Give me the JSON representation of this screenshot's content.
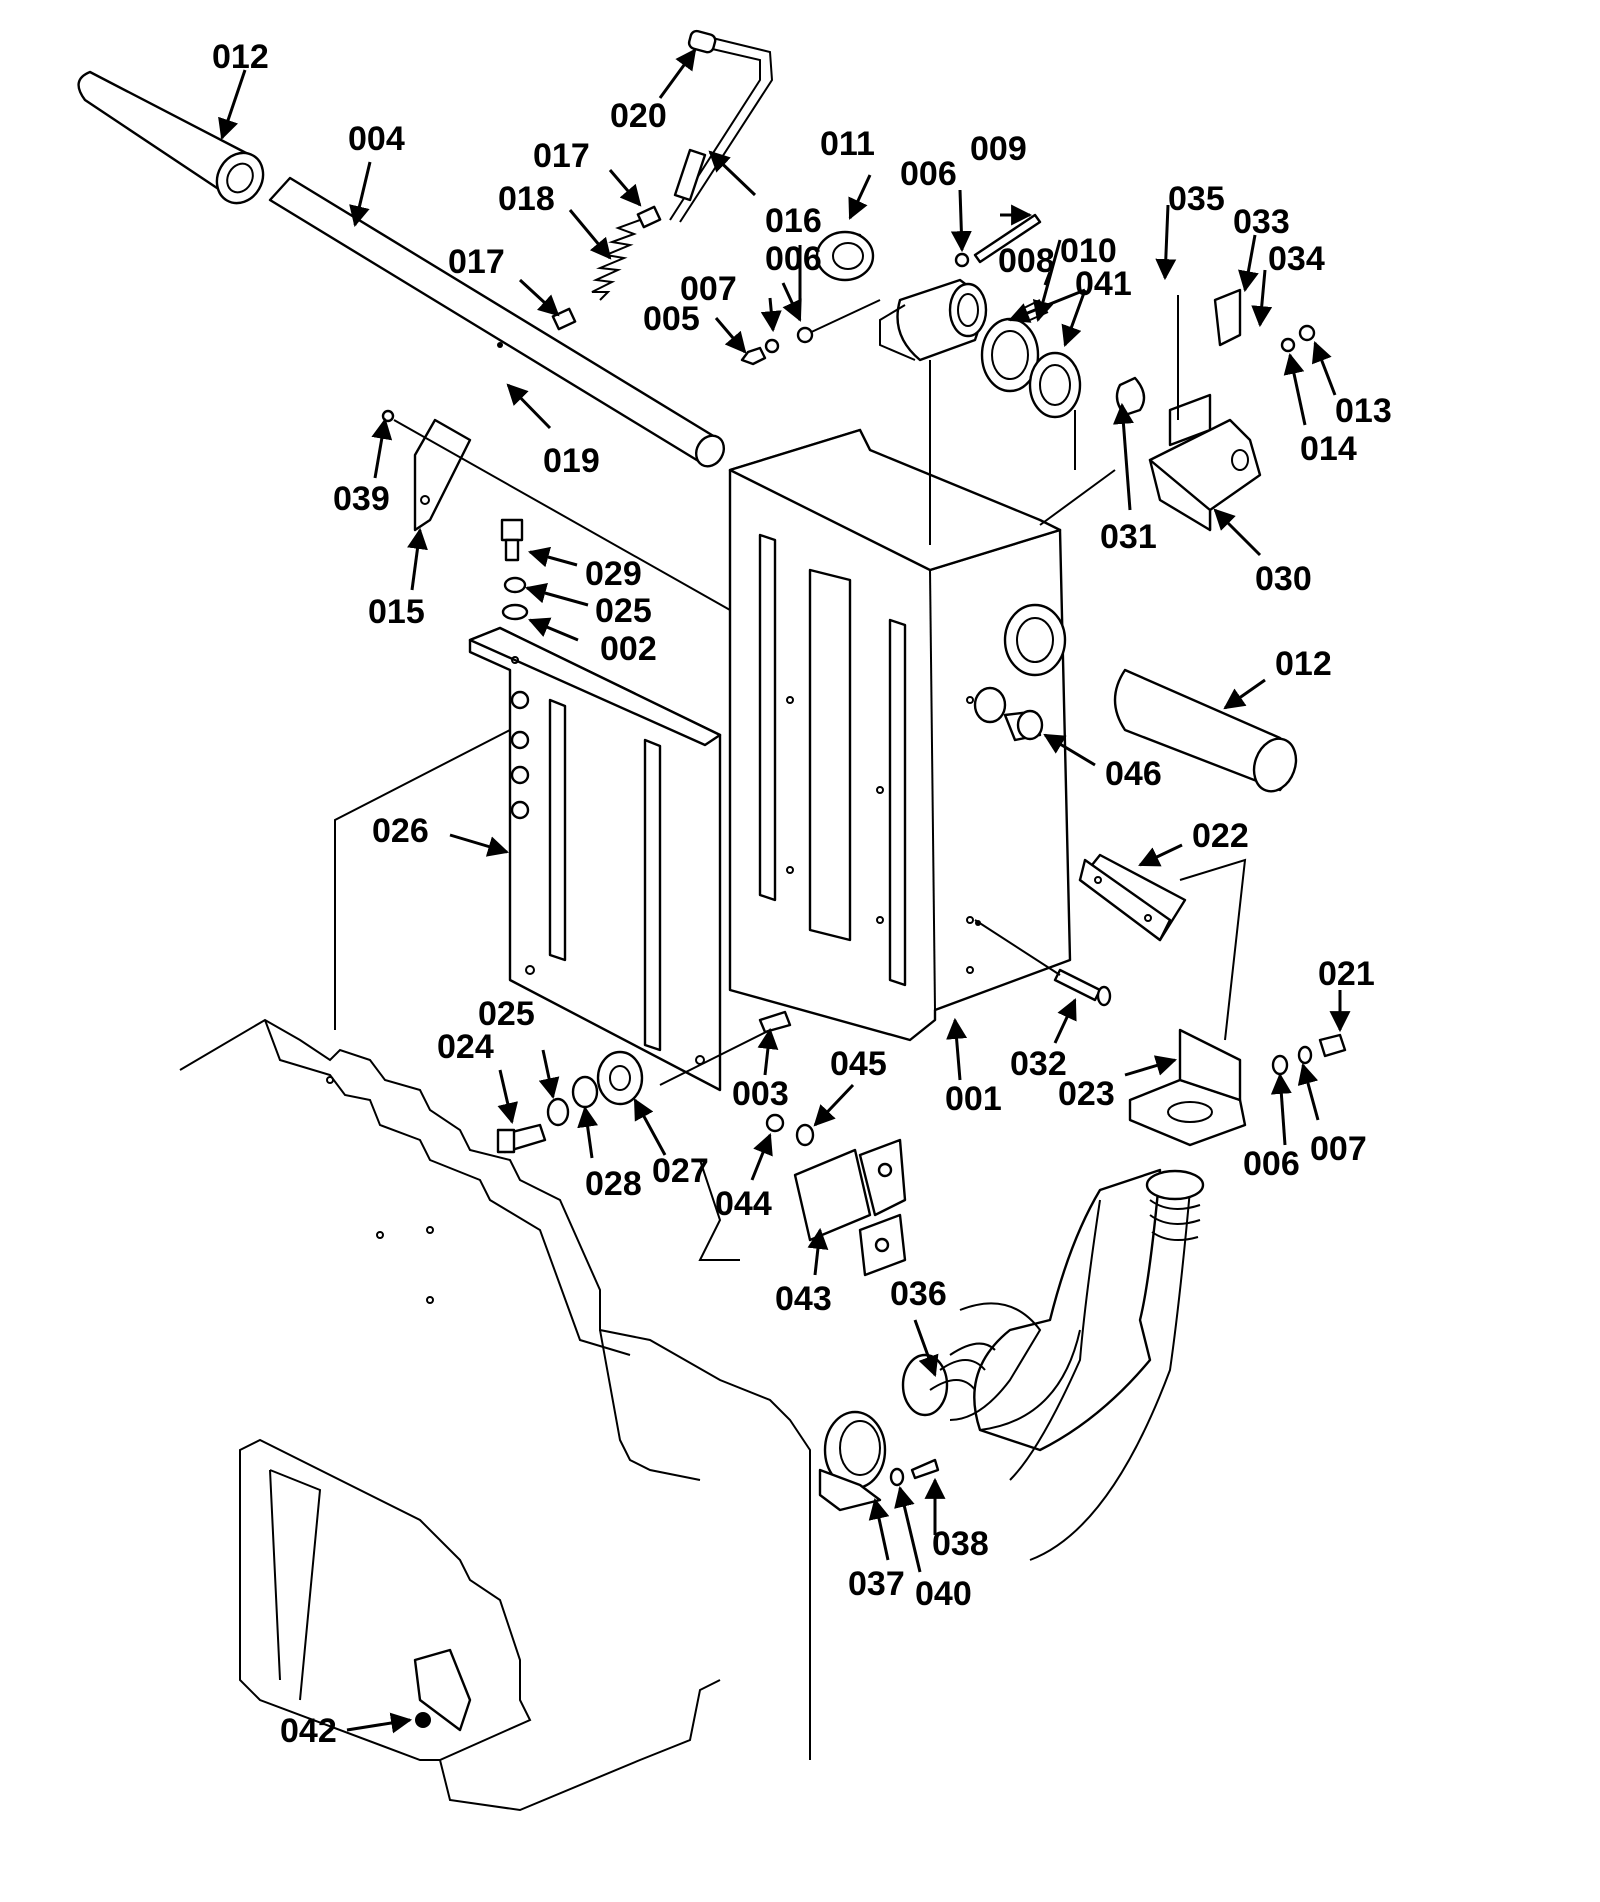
{
  "callouts": {
    "c001": "001",
    "c002": "002",
    "c003": "003",
    "c004": "004",
    "c005": "005",
    "c006a": "006",
    "c006b": "006",
    "c006c": "006",
    "c007a": "007",
    "c007b": "007",
    "c008": "008",
    "c009": "009",
    "c010": "010",
    "c011": "011",
    "c012a": "012",
    "c012b": "012",
    "c013": "013",
    "c014": "014",
    "c015": "015",
    "c016": "016",
    "c017a": "017",
    "c017b": "017",
    "c018": "018",
    "c019": "019",
    "c020": "020",
    "c021": "021",
    "c022": "022",
    "c023": "023",
    "c024": "024",
    "c025a": "025",
    "c025b": "025",
    "c026": "026",
    "c027": "027",
    "c028": "028",
    "c029": "029",
    "c030": "030",
    "c031": "031",
    "c032": "032",
    "c033": "033",
    "c034": "034",
    "c035": "035",
    "c036": "036",
    "c037": "037",
    "c038": "038",
    "c039": "039",
    "c040": "040",
    "c041": "041",
    "c042": "042",
    "c043": "043",
    "c044": "044",
    "c045": "045",
    "c046": "046"
  }
}
